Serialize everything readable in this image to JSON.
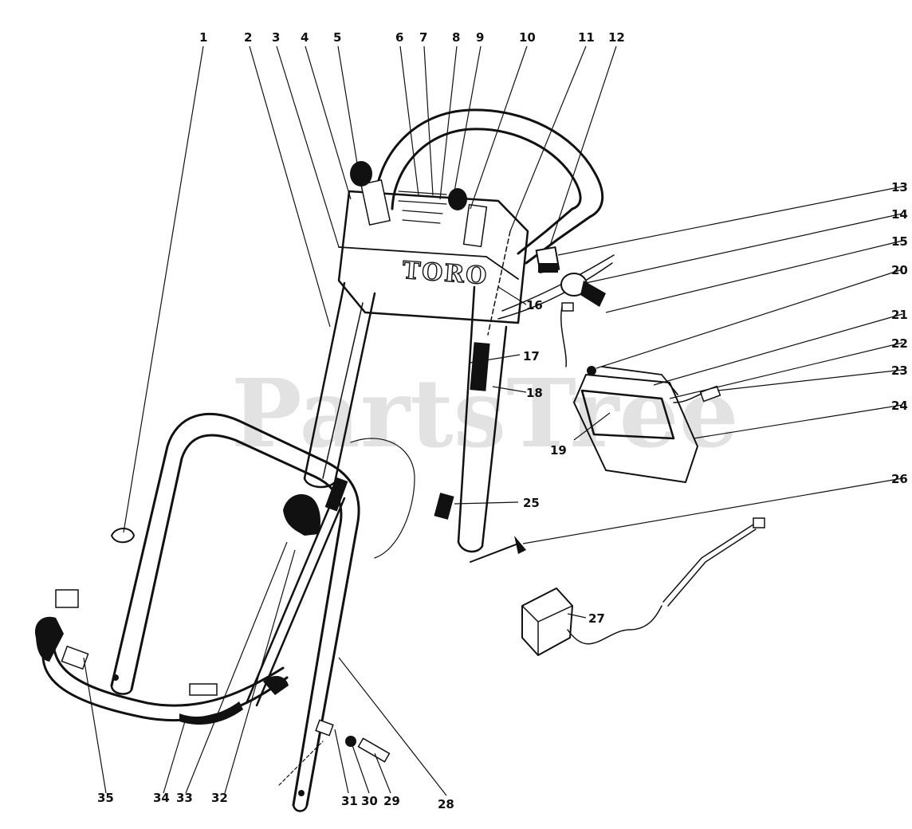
{
  "diagram": {
    "watermark": "PartsTree",
    "brand_logo": "TORO",
    "callouts": [
      "1",
      "2",
      "3",
      "4",
      "5",
      "6",
      "7",
      "8",
      "9",
      "10",
      "11",
      "12",
      "13",
      "14",
      "15",
      "16",
      "17",
      "18",
      "19",
      "20",
      "21",
      "22",
      "23",
      "24",
      "25",
      "26",
      "27",
      "28",
      "29",
      "30",
      "31",
      "32",
      "33",
      "34",
      "35"
    ]
  }
}
